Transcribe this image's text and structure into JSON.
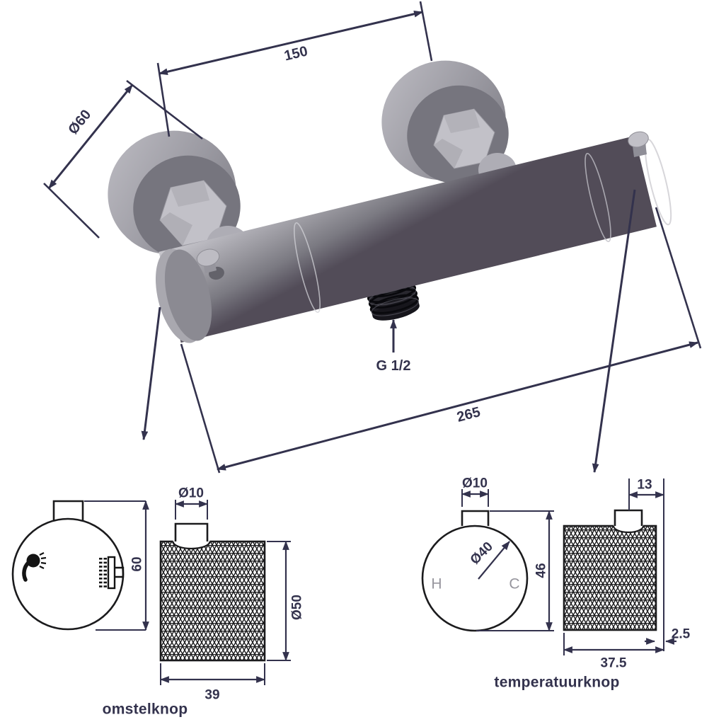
{
  "page": {
    "background": "#ffffff",
    "colors": {
      "dimension_lines": "#33324d",
      "drawing_lines": "#1b1b1d",
      "metal_light": "#c2c1c8",
      "metal_mid": "#97969d",
      "metal_dark": "#524c58",
      "thread_dark": "#17161c",
      "hc_marking": "#97969e"
    }
  },
  "iso_view": {
    "description_icons": [
      "faucet-3d-render"
    ],
    "dims": {
      "mount_spacing": "150",
      "plate_diameter": "Ø60",
      "outlet_thread": "G 1/2",
      "total_length": "265"
    }
  },
  "diverter_knob": {
    "label": "omstelknop",
    "icons": [
      "handshower-icon",
      "overhead-shower-icon"
    ],
    "dims": {
      "height": "60",
      "stem_diameter": "Ø10",
      "knob_diameter": "Ø50",
      "width": "39"
    }
  },
  "temperature_knob": {
    "label": "temperatuurknop",
    "markings": {
      "hot": "H",
      "cold": "C"
    },
    "dims": {
      "stem_diameter": "Ø10",
      "face_diameter": "Ø40",
      "height": "46",
      "stem_offset": "13",
      "edge_offset": "2.5",
      "width": "37.5"
    }
  }
}
